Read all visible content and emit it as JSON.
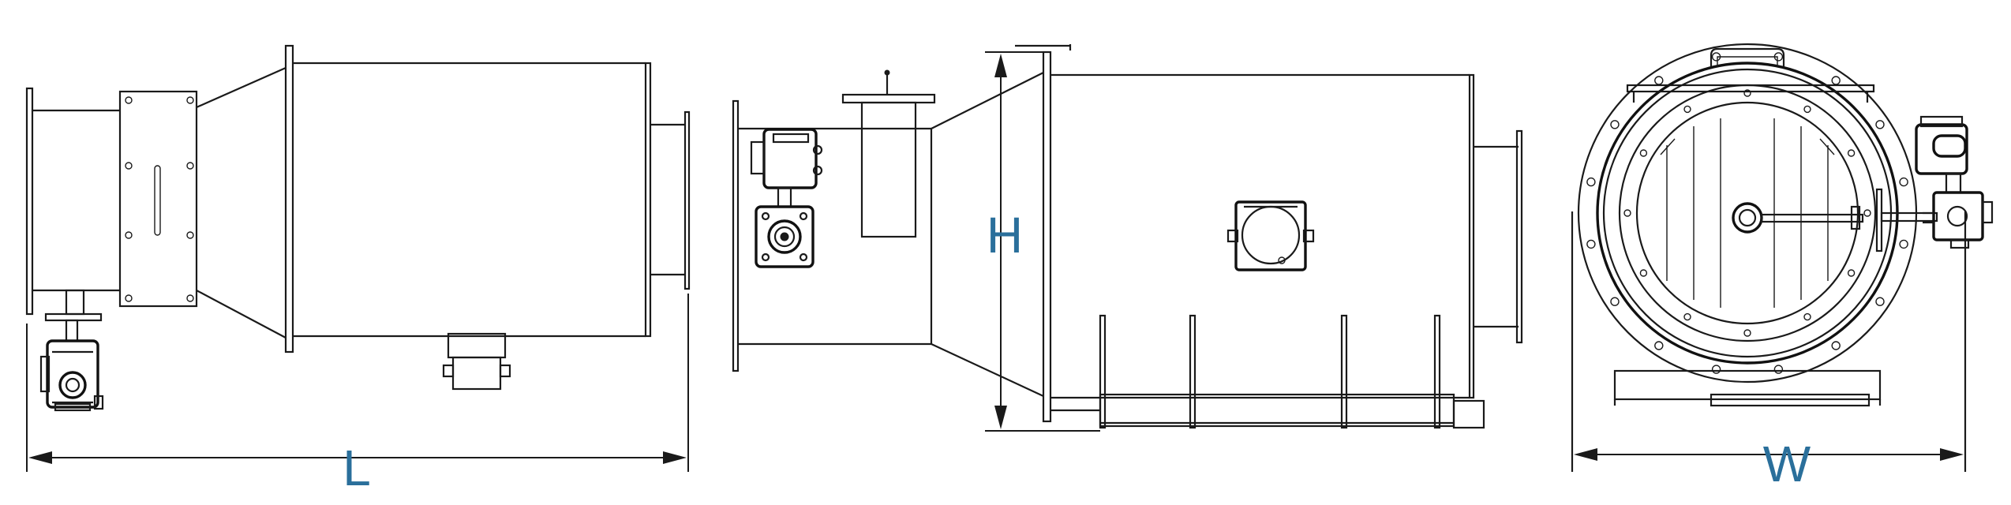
{
  "dimensions": {
    "length_label": "L",
    "height_label": "H",
    "width_label": "W"
  },
  "colors": {
    "line": "#1a1a1a",
    "dimension_text": "#2a6f9b",
    "background": "#ffffff"
  },
  "views": [
    "side-view",
    "top-view",
    "front-view"
  ]
}
